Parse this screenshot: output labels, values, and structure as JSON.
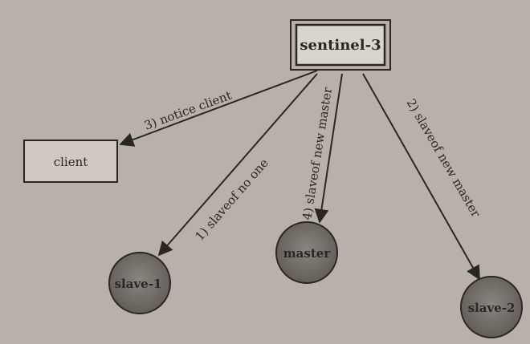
{
  "nodes": {
    "sentinel": {
      "label": "sentinel-3"
    },
    "client": {
      "label": "client"
    },
    "slave1": {
      "label": "slave-1"
    },
    "master": {
      "label": "master"
    },
    "slave2": {
      "label": "slave-2"
    }
  },
  "edges": {
    "notice_client": {
      "label": "3) notice client"
    },
    "slaveof_no_one": {
      "label": "1) slaveof no one"
    },
    "slaveof_new_master_4": {
      "label": "4) slaveof new master"
    },
    "slaveof_new_master_2": {
      "label": "2) slaveof new master"
    }
  },
  "colors": {
    "paper": "#b7b1a9",
    "ink": "#2a2622",
    "node_fill": "#7b7670",
    "box_fill": "#d9d4cc"
  }
}
